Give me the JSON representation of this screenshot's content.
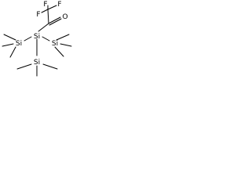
{
  "structure": {
    "atoms": {
      "fluorine_top_left": "F",
      "fluorine_top_right": "F",
      "fluorine_left": "F",
      "oxygen": "O",
      "silicon_central": "Si",
      "silicon_right": "Si",
      "silicon_left": "Si",
      "silicon_bottom": "Si"
    }
  }
}
